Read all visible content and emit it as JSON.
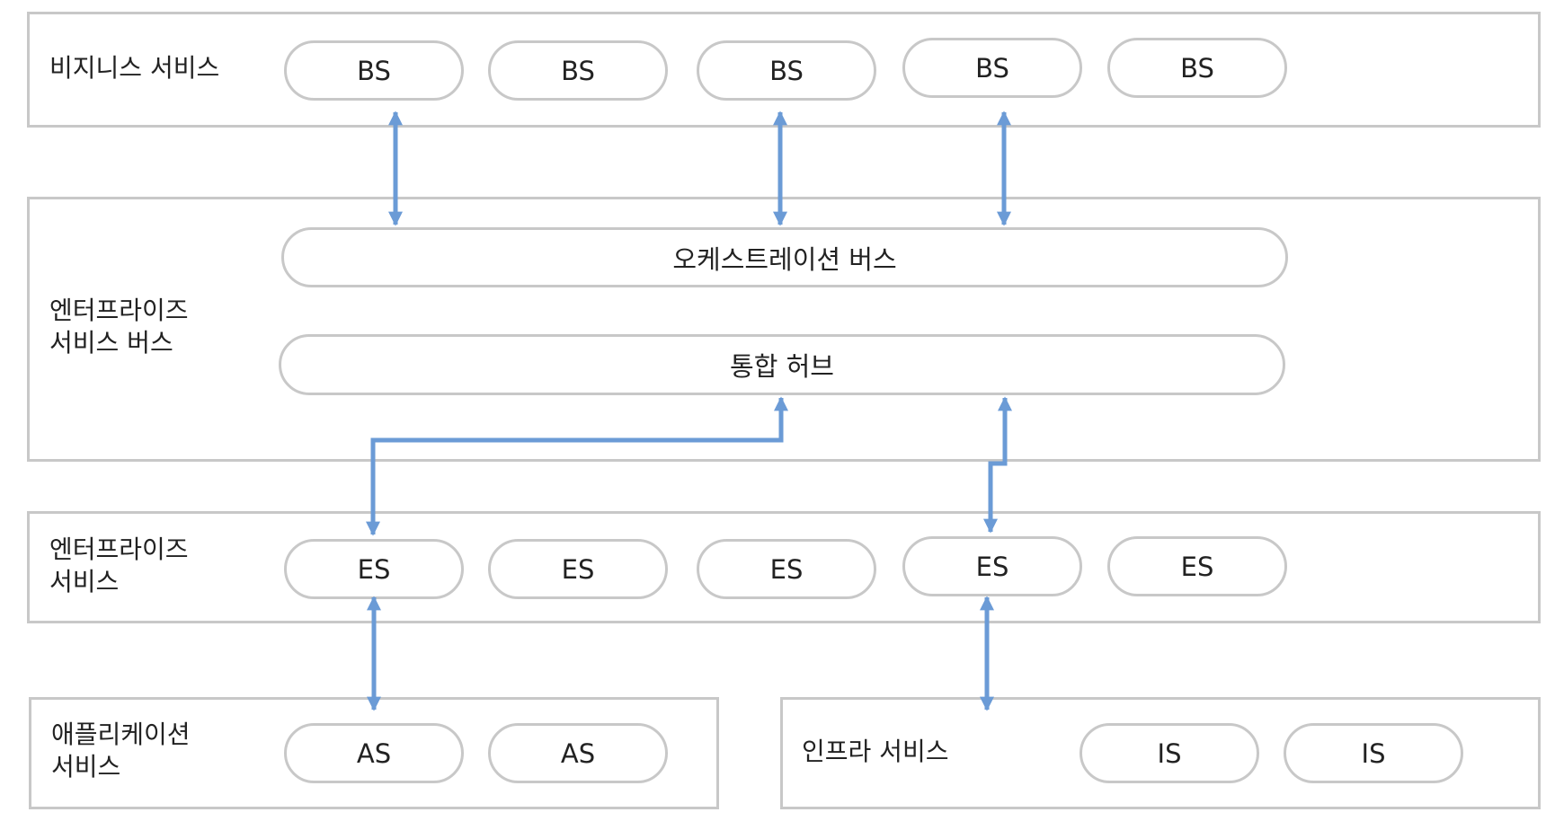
{
  "layers": {
    "business": {
      "label": "비지니스 서비스",
      "items": [
        "BS",
        "BS",
        "BS",
        "BS",
        "BS"
      ]
    },
    "esb": {
      "label": "엔터프라이즈\n서비스 버스",
      "orchestration": "오케스트레이션 버스",
      "hub": "통합 허브"
    },
    "enterprise": {
      "label": "엔터프라이즈\n서비스",
      "items": [
        "ES",
        "ES",
        "ES",
        "ES",
        "ES"
      ]
    },
    "application": {
      "label": "애플리케이션\n서비스",
      "items": [
        "AS",
        "AS"
      ]
    },
    "infra": {
      "label": "인프라 서비스",
      "items": [
        "IS",
        "IS"
      ]
    }
  },
  "colors": {
    "arrow": "#6b9bd6",
    "border": "#c8c8c8"
  }
}
